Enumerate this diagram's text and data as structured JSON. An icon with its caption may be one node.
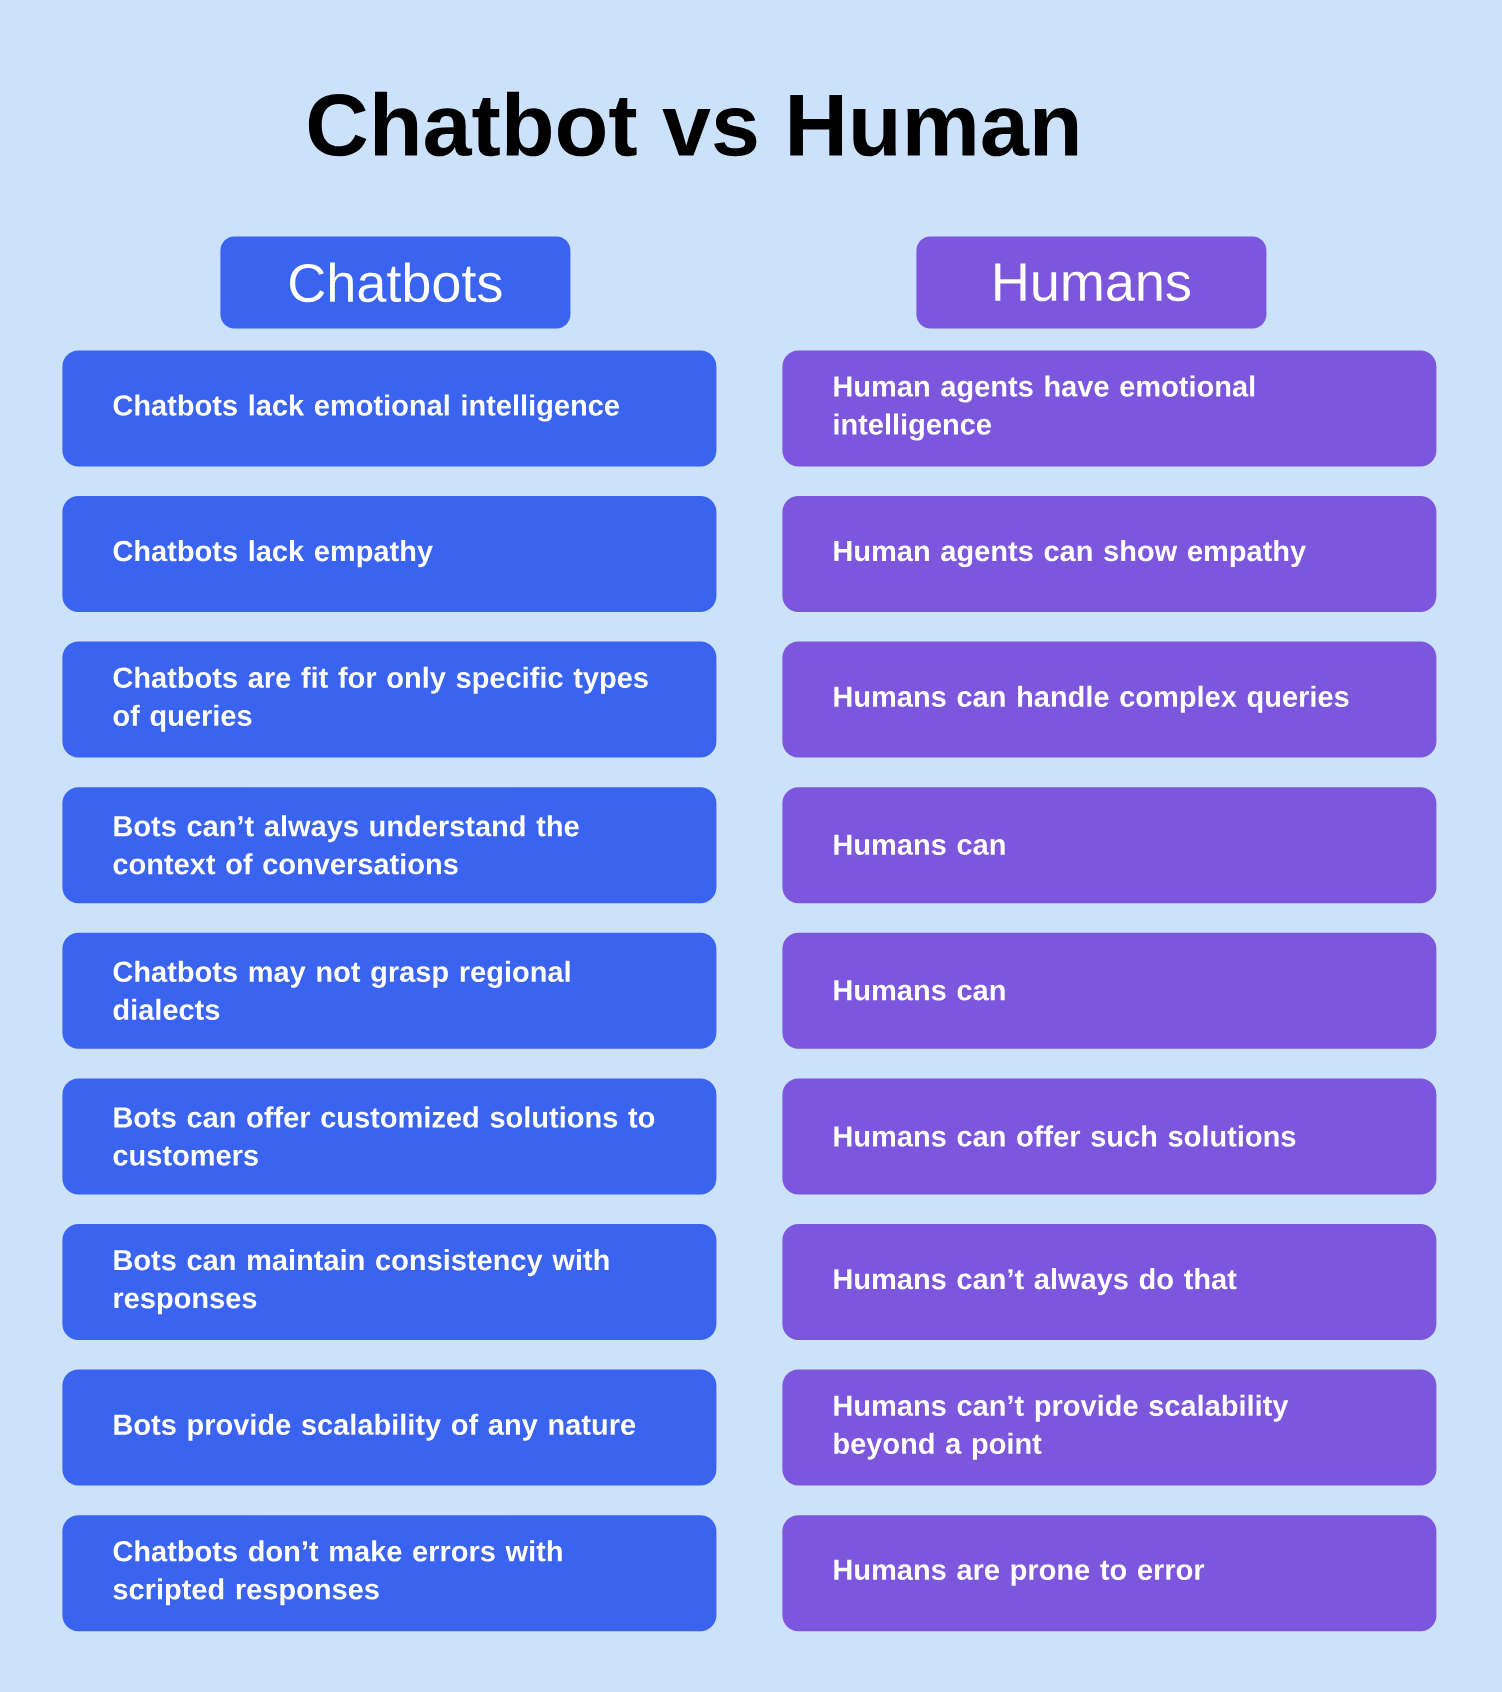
{
  "diagram": {
    "title": "Chatbot vs Human",
    "nodes": [
      {
        "text": [
          "Chatbots"
        ]
      },
      {
        "text": [
          "Humans"
        ]
      },
      {
        "text": [
          "Chatbots lack emotional intelligence"
        ]
      },
      {
        "text": [
          "Human agents have emotional intelligence"
        ]
      },
      {
        "text": [
          "Chatbots lack empathy"
        ]
      },
      {
        "text": [
          "Human agents can show empathy"
        ]
      },
      {
        "text": [
          "Chatbots are fit for only specific types of queries"
        ]
      },
      {
        "text": [
          "Humans can handle complex queries"
        ]
      },
      {
        "text": [
          "Bots can’t always understand the context of conversations"
        ]
      },
      {
        "text": [
          "Humans can"
        ]
      },
      {
        "text": [
          "Chatbots may not grasp regional dialects"
        ]
      },
      {
        "text": [
          "Humans can"
        ]
      },
      {
        "text": [
          "Bots can offer customized solutions to customers"
        ]
      },
      {
        "text": [
          "Humans can offer such solutions"
        ]
      },
      {
        "text": [
          "Bots can maintain consistency with responses"
        ]
      },
      {
        "text": [
          "Humans can’t always do that"
        ]
      },
      {
        "text": [
          "Bots provide scalability of any nature"
        ]
      },
      {
        "text": [
          "Humans can’t provide scalability beyond a point"
        ]
      },
      {
        "text": [
          "Chatbots don’t make errors with scripted responses"
        ]
      },
      {
        "text": [
          "Humans are prone to error"
        ]
      }
    ],
    "edges": []
  }
}
